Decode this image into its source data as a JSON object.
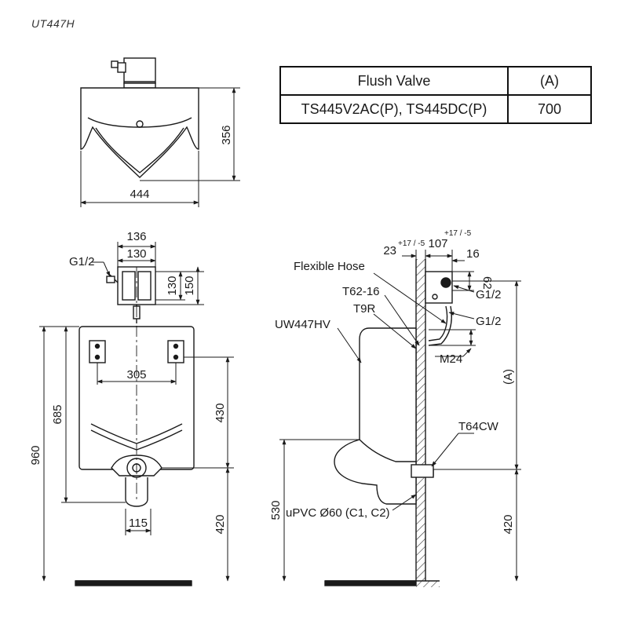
{
  "model": "UT447H",
  "spec_table": {
    "headers": [
      "Flush Valve",
      "(A)"
    ],
    "rows": [
      [
        "TS445V2AC(P), TS445DC(P)",
        "700"
      ]
    ]
  },
  "top_view": {
    "width": "444",
    "depth": "356"
  },
  "front_view": {
    "valve_width_outer": "136",
    "valve_width_inner": "130",
    "valve_height_inner": "130",
    "valve_height_outer": "150",
    "inlet": "G1/2",
    "total_height": "960",
    "lip_height": "685",
    "bracket_spacing": "305",
    "bracket_to_outlet": "430",
    "outlet_height": "420",
    "outlet_width": "115"
  },
  "side_view": {
    "offset_a": "23",
    "offset_a_tol": "+17 / -5",
    "depth": "107",
    "depth_tol": "+17 / -5",
    "dim_16": "16",
    "dim_62": "62",
    "labels": {
      "flexible_hose": "Flexible Hose",
      "t62": "T62-16",
      "t9r": "T9R",
      "model": "UW447HV",
      "inlet_1": "G1/2",
      "inlet_2": "G1/2",
      "m24": "M24",
      "a": "(A)",
      "t64cw": "T64CW",
      "pipe": "uPVC Ø60 (C1, C2)"
    },
    "lip_height": "530",
    "outlet_height": "420"
  }
}
